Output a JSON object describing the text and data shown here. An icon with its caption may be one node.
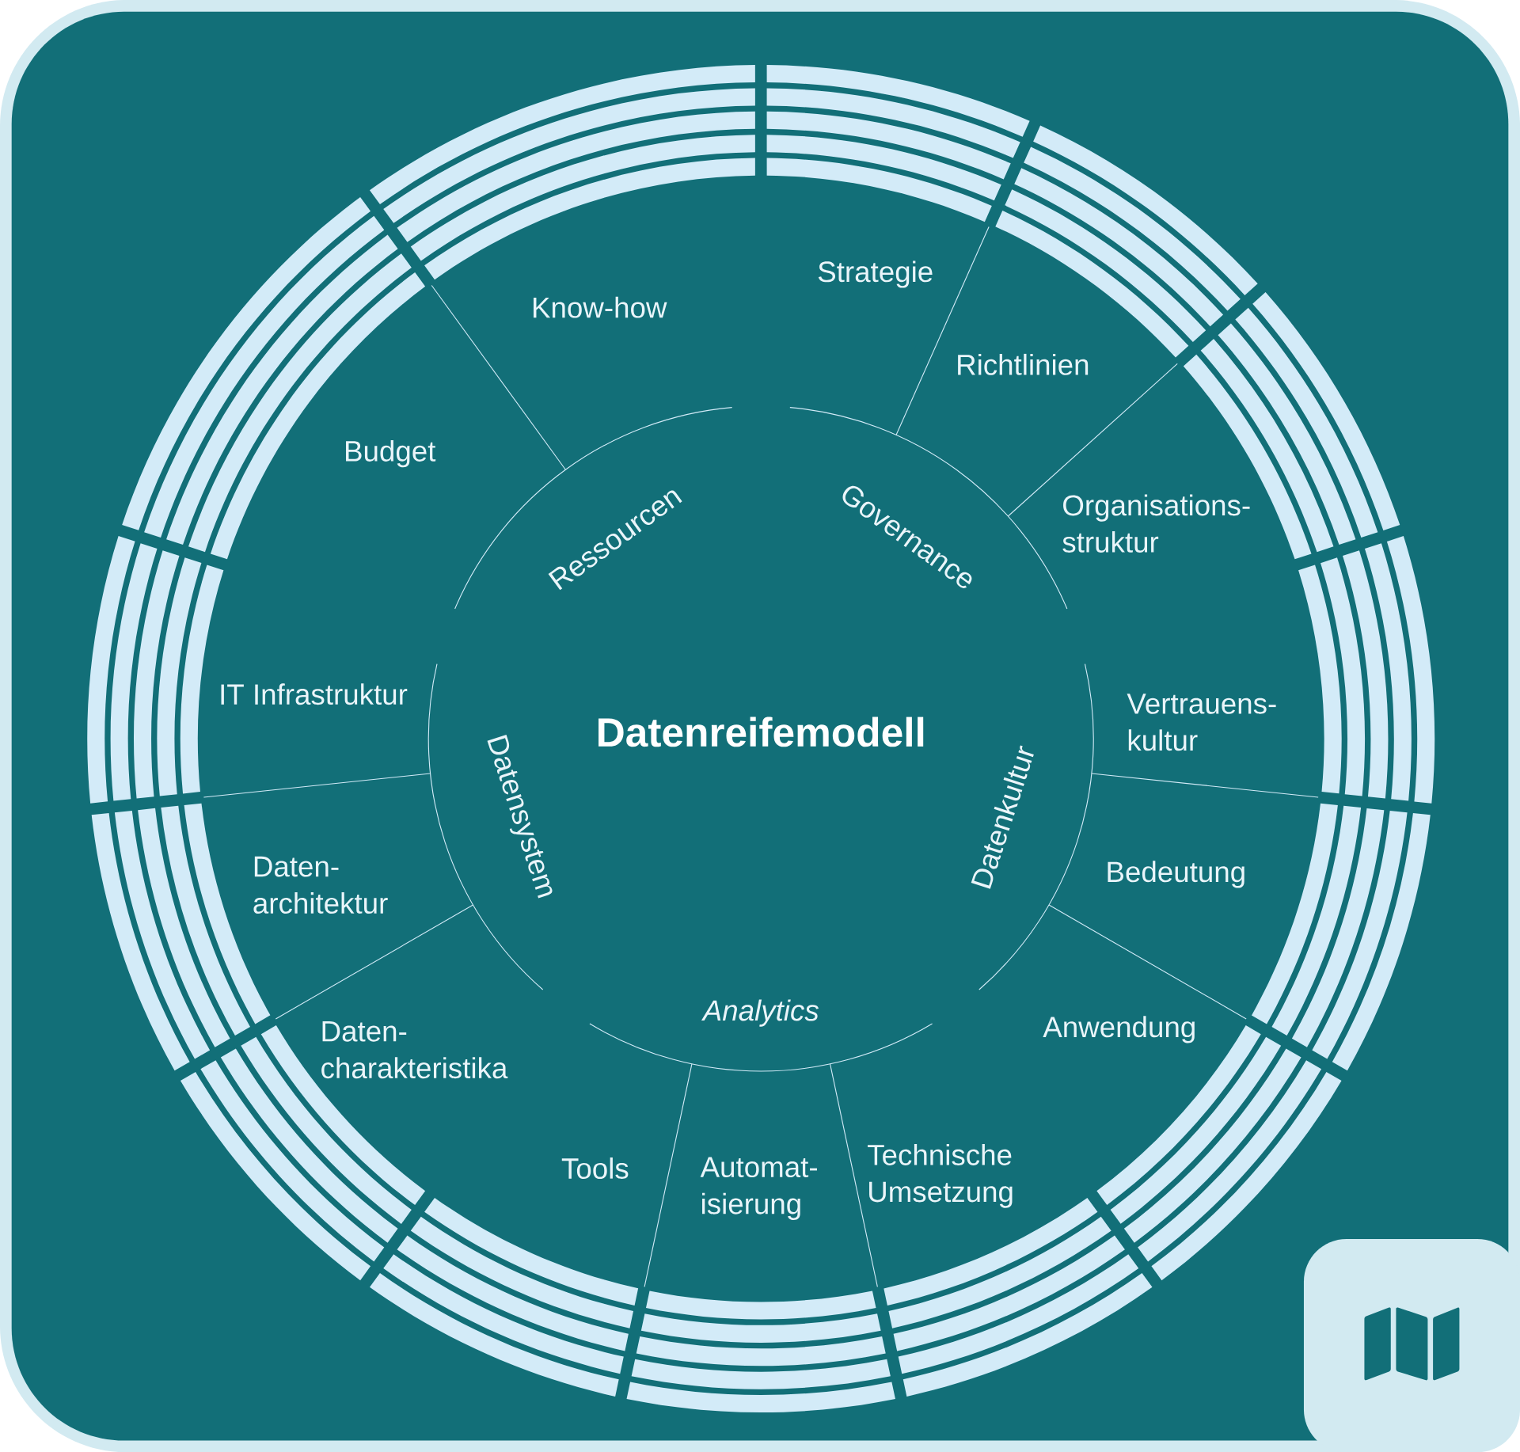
{
  "diagram": {
    "nodes": [
      {
        "text": [
          "Datenreifemodell"
        ]
      },
      {
        "text": [
          "Ressourcen"
        ]
      },
      {
        "text": [
          "Governance"
        ]
      },
      {
        "text": [
          "Datenkultur"
        ]
      },
      {
        "text": [
          "Analytics"
        ]
      },
      {
        "text": [
          "Datensystem"
        ]
      },
      {
        "text": [
          "Strategie"
        ]
      },
      {
        "text": [
          "Richtlinien"
        ]
      },
      {
        "text": [
          "Organisations- struktur"
        ]
      },
      {
        "text": [
          "Vertrauens- kultur"
        ]
      },
      {
        "text": [
          "Bedeutung"
        ]
      },
      {
        "text": [
          "Anwendung"
        ]
      },
      {
        "text": [
          "Technische Umsetzung"
        ]
      },
      {
        "text": [
          "Automat- isierung"
        ]
      },
      {
        "text": [
          "Tools"
        ]
      },
      {
        "text": [
          "Daten- charakteristika"
        ]
      },
      {
        "text": [
          "Daten- architektur"
        ]
      },
      {
        "text": [
          "IT Infrastruktur"
        ]
      },
      {
        "text": [
          "Budget"
        ]
      },
      {
        "text": [
          "Know-how"
        ]
      }
    ]
  }
}
